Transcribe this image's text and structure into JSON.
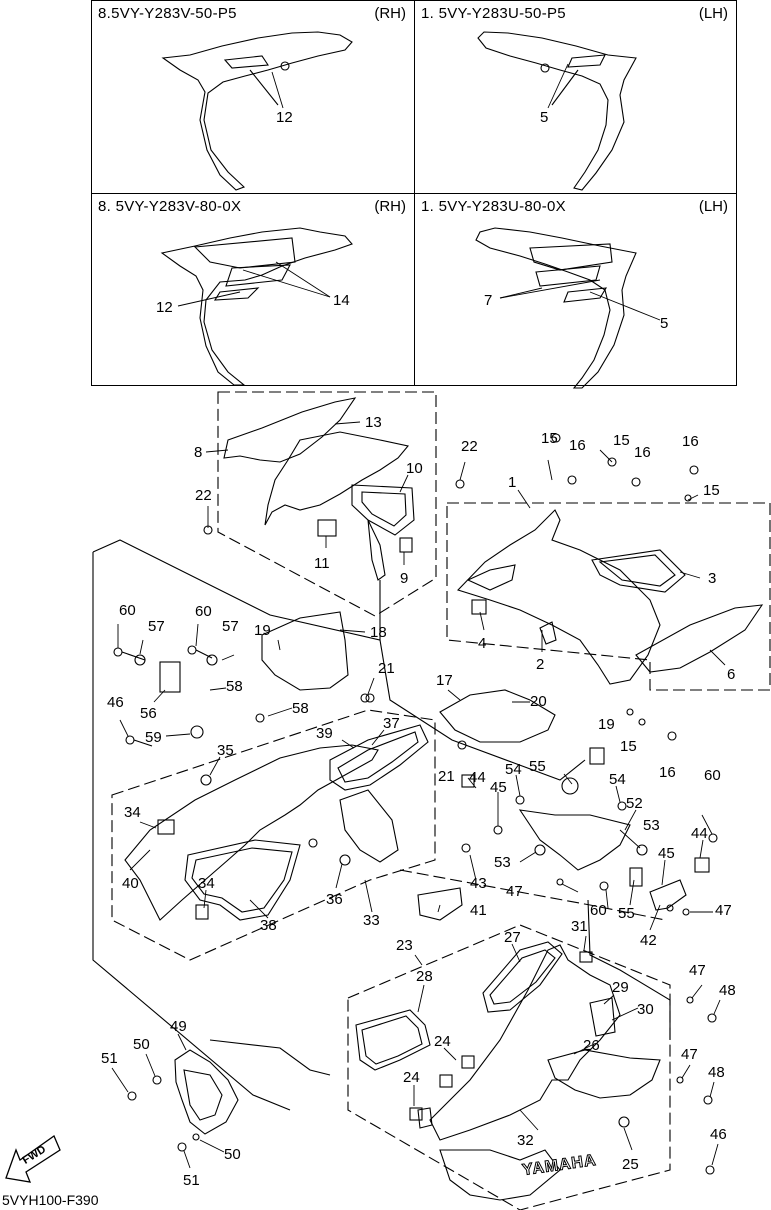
{
  "variant_table": [
    {
      "part": "8.5VY-Y283V-50-P5",
      "side": "(RH)",
      "callouts": [
        "12"
      ]
    },
    {
      "part": "1. 5VY-Y283U-50-P5",
      "side": "(LH)",
      "callouts": [
        "5"
      ]
    },
    {
      "part": "8. 5VY-Y283V-80-0X",
      "side": "(RH)",
      "callouts": [
        "12",
        "14"
      ]
    },
    {
      "part": "1. 5VY-Y283U-80-0X",
      "side": "(LH)",
      "callouts": [
        "7",
        "5"
      ]
    }
  ],
  "callouts": {
    "c1": "1",
    "c2": "2",
    "c3": "3",
    "c4": "4",
    "c6": "6",
    "c8": "8",
    "c9": "9",
    "c10": "10",
    "c11": "11",
    "c13": "13",
    "c15a": "15",
    "c15b": "15",
    "c15c": "15",
    "c15d": "15",
    "c16a": "16",
    "c16b": "16",
    "c16c": "16",
    "c16d": "16",
    "c17": "17",
    "c18": "18",
    "c19a": "19",
    "c19b": "19",
    "c20": "20",
    "c21a": "21",
    "c21b": "21",
    "c22a": "22",
    "c22b": "22",
    "c23": "23",
    "c24a": "24",
    "c24b": "24",
    "c25": "25",
    "c26": "26",
    "c27": "27",
    "c28": "28",
    "c29": "29",
    "c30": "30",
    "c31": "31",
    "c32": "32",
    "c33": "33",
    "c34a": "34",
    "c34b": "34",
    "c35": "35",
    "c36": "36",
    "c37": "37",
    "c38": "38",
    "c39": "39",
    "c40": "40",
    "c41": "41",
    "c42": "42",
    "c43": "43",
    "c44a": "44",
    "c44b": "44",
    "c45a": "45",
    "c45b": "45",
    "c46a": "46",
    "c46b": "46",
    "c47a": "47",
    "c47b": "47",
    "c47c": "47",
    "c47d": "47",
    "c48a": "48",
    "c48b": "48",
    "c49": "49",
    "c50a": "50",
    "c50b": "50",
    "c51a": "51",
    "c51b": "51",
    "c52": "52",
    "c53a": "53",
    "c53b": "53",
    "c54a": "54",
    "c54b": "54",
    "c55a": "55",
    "c55b": "55",
    "c56": "56",
    "c57a": "57",
    "c57b": "57",
    "c58a": "58",
    "c58b": "58",
    "c59": "59",
    "c60a": "60",
    "c60b": "60",
    "c60c": "60",
    "c60d": "60"
  },
  "fwd_label": "FWD",
  "brand_text": "YAMAHA",
  "diagram_code": "5VYH100-F390"
}
